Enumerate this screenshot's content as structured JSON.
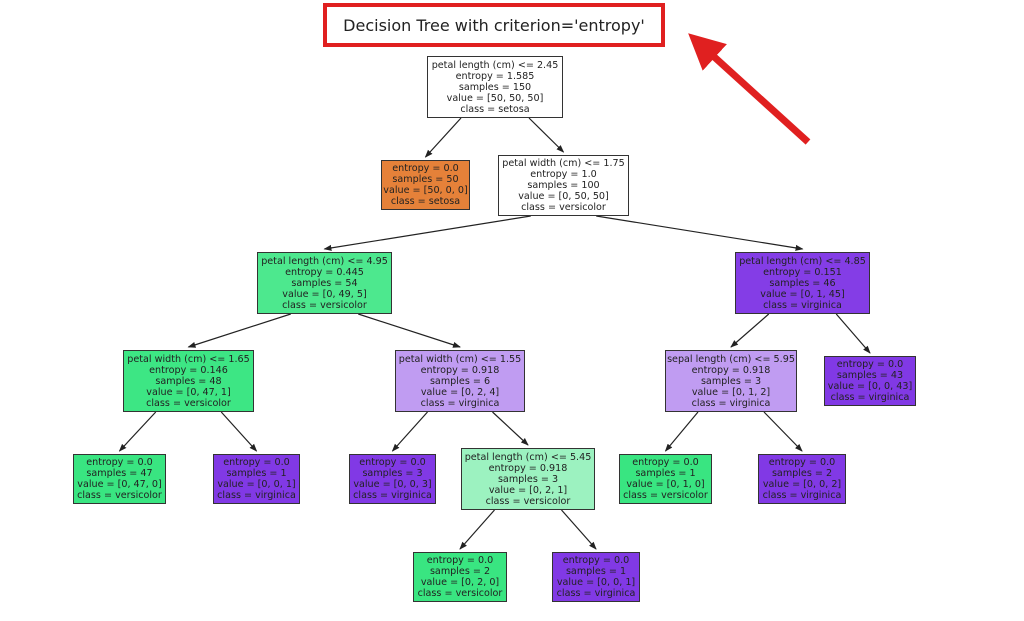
{
  "title": "Decision Tree with criterion='entropy'",
  "colors": {
    "annotation": "#e02020",
    "setosa": "#e58139",
    "versicolor": "#39e581",
    "virginica": "#8139e5"
  },
  "nodes": [
    {
      "id": "n0",
      "fill": "#ffffff",
      "lines": [
        "petal length (cm) <= 2.45",
        "entropy = 1.585",
        "samples = 150",
        "value = [50, 50, 50]",
        "class = setosa"
      ]
    },
    {
      "id": "n1",
      "fill": "#e58139",
      "lines": [
        "entropy = 0.0",
        "samples = 50",
        "value = [50, 0, 0]",
        "class = setosa"
      ]
    },
    {
      "id": "n2",
      "fill": "#ffffff",
      "lines": [
        "petal width (cm) <= 1.75",
        "entropy = 1.0",
        "samples = 100",
        "value = [0, 50, 50]",
        "class = versicolor"
      ]
    },
    {
      "id": "n3",
      "fill": "#4de88e",
      "lines": [
        "petal length (cm) <= 4.95",
        "entropy = 0.445",
        "samples = 54",
        "value = [0, 49, 5]",
        "class = versicolor"
      ]
    },
    {
      "id": "n4",
      "fill": "#843de6",
      "lines": [
        "petal length (cm) <= 4.85",
        "entropy = 0.151",
        "samples = 46",
        "value = [0, 1, 45]",
        "class = virginica"
      ]
    },
    {
      "id": "n5",
      "fill": "#3de684",
      "lines": [
        "petal width (cm) <= 1.65",
        "entropy = 0.146",
        "samples = 48",
        "value = [0, 47, 1]",
        "class = versicolor"
      ]
    },
    {
      "id": "n6",
      "fill": "#c09cf2",
      "lines": [
        "petal width (cm) <= 1.55",
        "entropy = 0.918",
        "samples = 6",
        "value = [0, 2, 4]",
        "class = virginica"
      ]
    },
    {
      "id": "n7",
      "fill": "#c09cf2",
      "lines": [
        "sepal length (cm) <= 5.95",
        "entropy = 0.918",
        "samples = 3",
        "value = [0, 1, 2]",
        "class = virginica"
      ]
    },
    {
      "id": "n8",
      "fill": "#8139e5",
      "lines": [
        "entropy = 0.0",
        "samples = 43",
        "value = [0, 0, 43]",
        "class = virginica"
      ]
    },
    {
      "id": "n9",
      "fill": "#39e581",
      "lines": [
        "entropy = 0.0",
        "samples = 47",
        "value = [0, 47, 0]",
        "class = versicolor"
      ]
    },
    {
      "id": "n10",
      "fill": "#8139e5",
      "lines": [
        "entropy = 0.0",
        "samples = 1",
        "value = [0, 0, 1]",
        "class = virginica"
      ]
    },
    {
      "id": "n11",
      "fill": "#8139e5",
      "lines": [
        "entropy = 0.0",
        "samples = 3",
        "value = [0, 0, 3]",
        "class = virginica"
      ]
    },
    {
      "id": "n12",
      "fill": "#9cf2c0",
      "lines": [
        "petal length (cm) <= 5.45",
        "entropy = 0.918",
        "samples = 3",
        "value = [0, 2, 1]",
        "class = versicolor"
      ]
    },
    {
      "id": "n13",
      "fill": "#39e581",
      "lines": [
        "entropy = 0.0",
        "samples = 1",
        "value = [0, 1, 0]",
        "class = versicolor"
      ]
    },
    {
      "id": "n14",
      "fill": "#8139e5",
      "lines": [
        "entropy = 0.0",
        "samples = 2",
        "value = [0, 0, 2]",
        "class = virginica"
      ]
    },
    {
      "id": "n15",
      "fill": "#39e581",
      "lines": [
        "entropy = 0.0",
        "samples = 2",
        "value = [0, 2, 0]",
        "class = versicolor"
      ]
    },
    {
      "id": "n16",
      "fill": "#8139e5",
      "lines": [
        "entropy = 0.0",
        "samples = 1",
        "value = [0, 0, 1]",
        "class = virginica"
      ]
    }
  ],
  "edges": [
    [
      "n0",
      "n1"
    ],
    [
      "n0",
      "n2"
    ],
    [
      "n2",
      "n3"
    ],
    [
      "n2",
      "n4"
    ],
    [
      "n3",
      "n5"
    ],
    [
      "n3",
      "n6"
    ],
    [
      "n4",
      "n7"
    ],
    [
      "n4",
      "n8"
    ],
    [
      "n5",
      "n9"
    ],
    [
      "n5",
      "n10"
    ],
    [
      "n6",
      "n11"
    ],
    [
      "n6",
      "n12"
    ],
    [
      "n7",
      "n13"
    ],
    [
      "n7",
      "n14"
    ],
    [
      "n12",
      "n15"
    ],
    [
      "n12",
      "n16"
    ]
  ]
}
